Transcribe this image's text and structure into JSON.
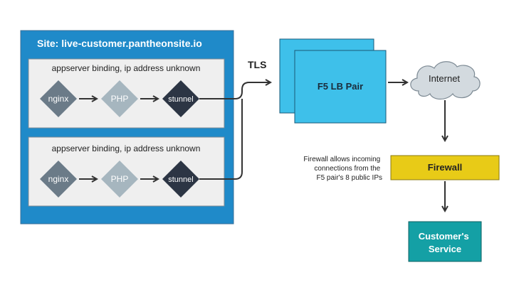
{
  "site": {
    "title": "Site: live-customer.pantheonsite.io",
    "bindings": [
      {
        "label": "appserver binding, ip address unknown",
        "nodes": [
          "nginx",
          "PHP",
          "stunnel"
        ]
      },
      {
        "label": "appserver binding, ip address unknown",
        "nodes": [
          "nginx",
          "PHP",
          "stunnel"
        ]
      }
    ]
  },
  "tls_label": "TLS",
  "f5": {
    "label": "F5 LB Pair"
  },
  "internet": {
    "label": "Internet"
  },
  "firewall": {
    "label": "Firewall",
    "note": [
      "Firewall allows incoming",
      "connections from the",
      "F5 pair's 8 public IPs"
    ]
  },
  "service": {
    "label": [
      "Customer's",
      "Service"
    ]
  },
  "colors": {
    "site_blue": "#1f8ac9",
    "binding_bg": "#efefef",
    "nginx": "#6b7b88",
    "php": "#a6b6bf",
    "stunnel": "#2c3544",
    "f5": "#3ec0ea",
    "cloud": "#d3dadf",
    "firewall": "#e8cb17",
    "service": "#14a0a5",
    "arrow": "#333333"
  }
}
